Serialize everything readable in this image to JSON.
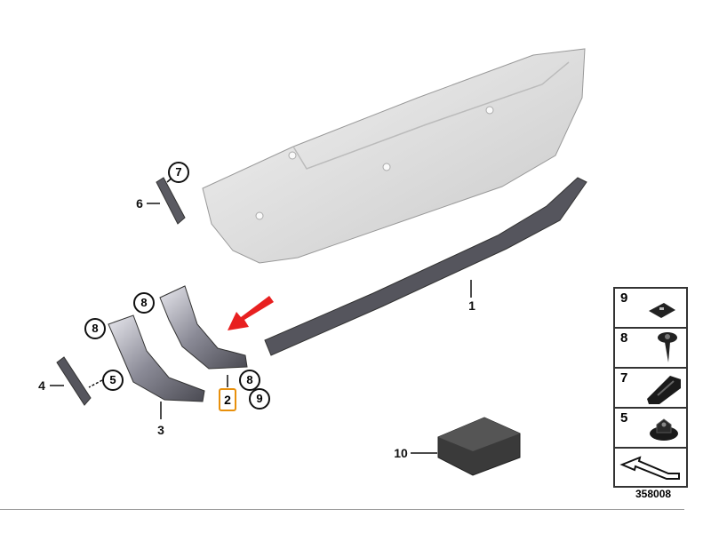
{
  "diagram": {
    "callouts": {
      "part1": "1",
      "part2": "2",
      "part3": "3",
      "part4": "4",
      "part6": "6",
      "part7": "7",
      "part10": "10",
      "part8_a": "8",
      "part8_b": "8",
      "part8_c": "8",
      "part5": "5",
      "part9": "9"
    },
    "highlighted_part": "2",
    "colors": {
      "highlight": "#e8900c",
      "arrow": "#e82020"
    }
  },
  "legend": {
    "items": [
      {
        "number": "9",
        "icon": "clip-nut-icon"
      },
      {
        "number": "8",
        "icon": "screw-icon"
      },
      {
        "number": "7",
        "icon": "rail-clip-icon"
      },
      {
        "number": "5",
        "icon": "flange-nut-icon"
      },
      {
        "number": "",
        "icon": "arrow-icon"
      }
    ],
    "caption": "358008"
  }
}
